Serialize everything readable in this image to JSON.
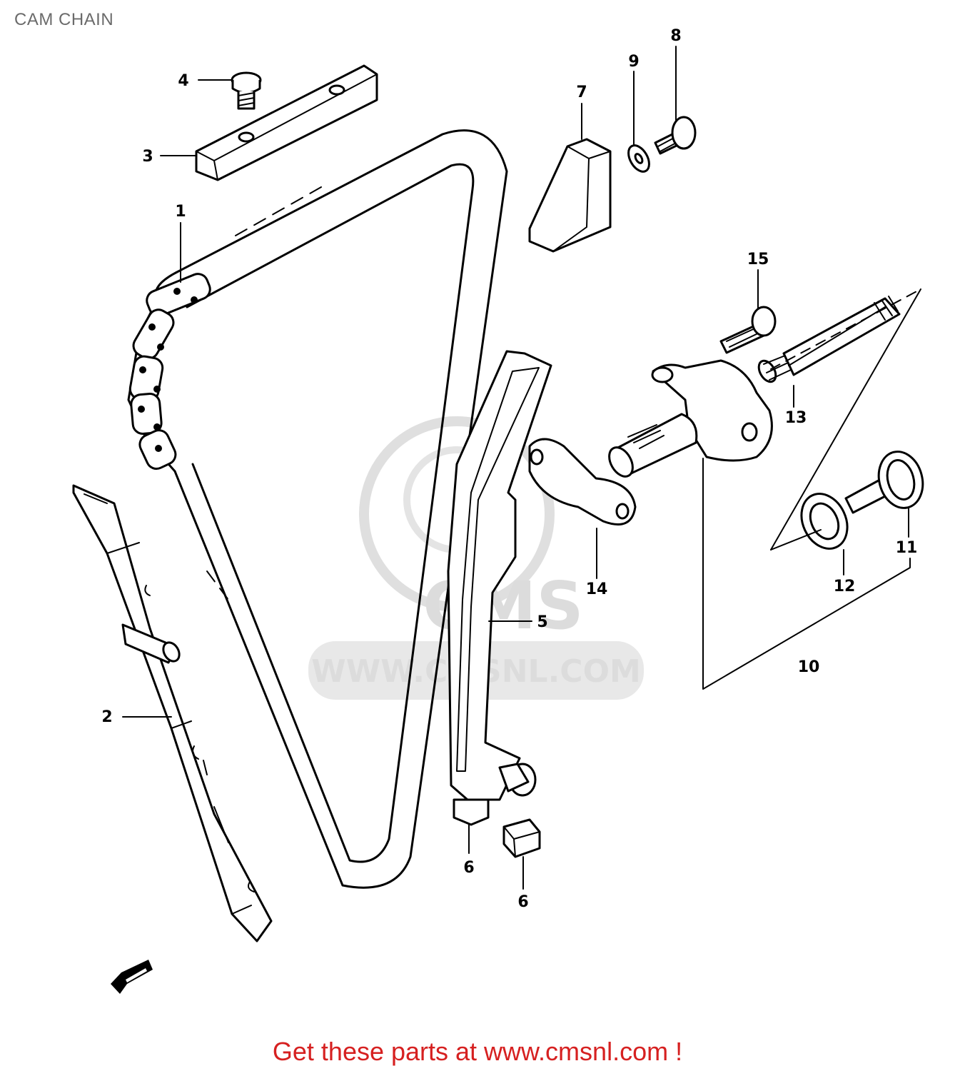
{
  "title": "CAM CHAIN",
  "watermark": {
    "brand": "CMS",
    "url": "WWW.CMSNL.COM"
  },
  "callouts": [
    "1",
    "2",
    "3",
    "4",
    "5",
    "6",
    "6",
    "7",
    "8",
    "9",
    "10",
    "11",
    "12",
    "13",
    "14",
    "15"
  ],
  "promo_text": "Get these parts at www.cmsnl.com !",
  "colors": {
    "title": "#6b6b6b",
    "promo": "#d62020",
    "line": "#000000",
    "watermark": "#d9d9d9"
  }
}
